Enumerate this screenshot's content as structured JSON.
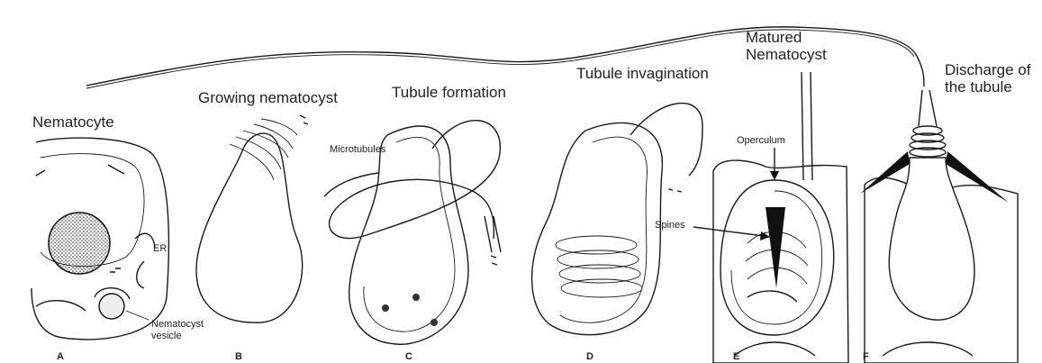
{
  "stages": {
    "a": {
      "title": "Nematocyte",
      "letter": "A",
      "er": "ER",
      "vesicle": "Nematocyst\nvesicle"
    },
    "b": {
      "title": "Growing nematocyst",
      "letter": "B"
    },
    "c": {
      "title": "Tubule formation",
      "letter": "C",
      "microtubules": "Microtubules"
    },
    "d": {
      "title": "Tubule invagination",
      "letter": "D"
    },
    "e": {
      "title": "Matured\nNematocyst",
      "letter": "E",
      "operculum": "Operculum",
      "spines": "Spines"
    },
    "f": {
      "title": "Discharge of\nthe tubule",
      "letter": "F"
    }
  }
}
